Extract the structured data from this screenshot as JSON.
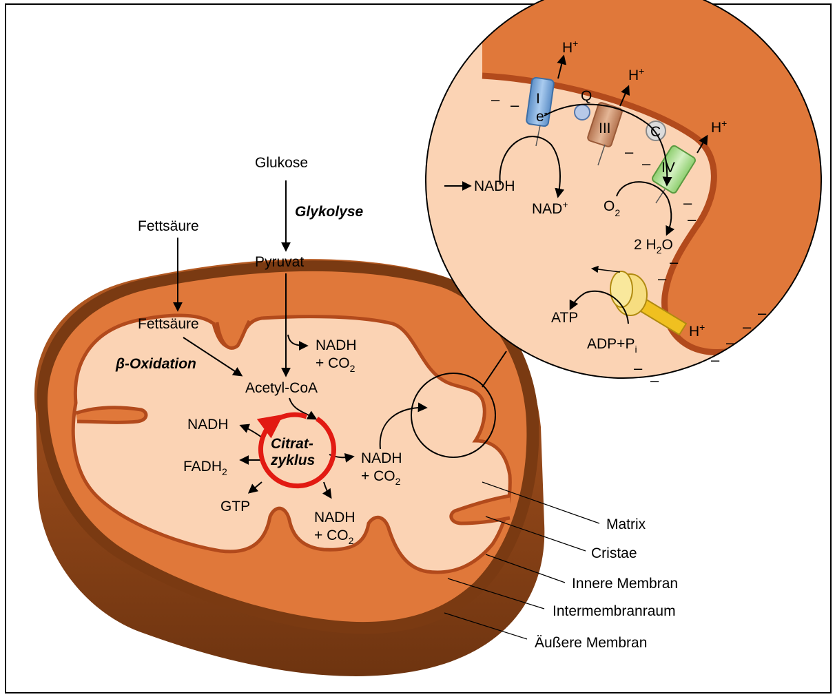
{
  "pathway": {
    "glucose": "Glukose",
    "glycolysis": "Glykolyse",
    "pyruvate": "Pyruvat",
    "fatty_acid_outside": "Fettsäure",
    "fatty_acid_inside": "Fettsäure",
    "beta_oxidation": "β-Oxidation",
    "acetyl_coa": "Acetyl-CoA",
    "pdh_nadh": "NADH",
    "pdh_co2": "+ CO",
    "citrate_line1": "Citrat-",
    "citrate_line2": "zyklus",
    "out_nadh_top": "NADH",
    "out_fadh2": "FADH",
    "out_gtp": "GTP",
    "out_nadh_bottom": "NADH",
    "out_co2_bottom": "+ CO",
    "out_nadh_right": "NADH",
    "out_co2_right": "+ CO",
    "sub2": "2"
  },
  "inset": {
    "complex_1": "I",
    "electron": "e",
    "electron_sup": "-",
    "q": "Q",
    "complex_3": "III",
    "c": "C",
    "complex_4": "IV",
    "h1": "H",
    "h3": "H",
    "h4": "H",
    "h_atp": "H",
    "plus": "+",
    "nadh": "NADH",
    "nad": "NAD",
    "o2": "O",
    "o2_sub": "2",
    "water": "2 H",
    "water_sub": "2",
    "water_o": "O",
    "atp": "ATP",
    "adp": "ADP+P",
    "adp_sub": "i",
    "minus": "–"
  },
  "legend": {
    "matrix": "Matrix",
    "cristae": "Cristae",
    "inner_membrane": "Innere Membran",
    "intermembrane_space": "Intermembranraum",
    "outer_membrane": "Äußere Membran"
  },
  "colors": {
    "outer_dark": "#7a3a12",
    "outer_body": "#e07a3c",
    "membrane_line": "#b24a1c",
    "matrix": "#fbd3b4",
    "citrate_red": "#e21a12",
    "complex_1": "#8ab4e0",
    "complex_3": "#d8a07c",
    "complex_4": "#b8e3a0",
    "atp_synthase": "#f0c020"
  }
}
